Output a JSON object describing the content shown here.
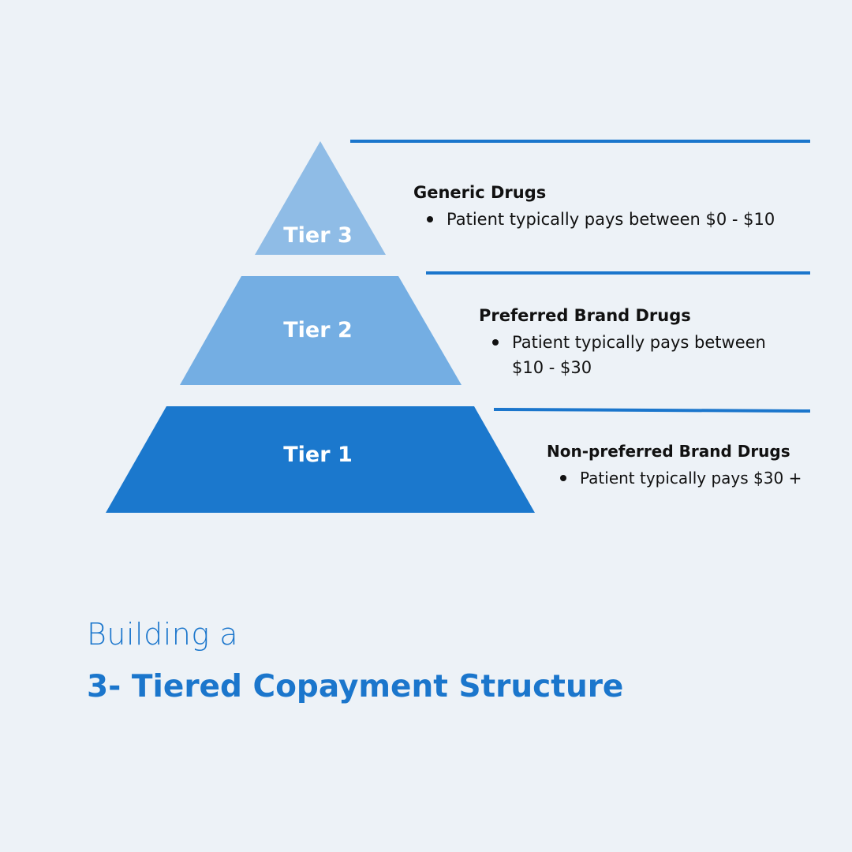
{
  "colors": {
    "background": "#edf2f7",
    "tier3_fill": "#8fbce6",
    "tier2_fill": "#74aee3",
    "tier1_fill": "#1b78cd",
    "divider": "#1b76cc",
    "heading": "#1b76cc",
    "text": "#111111"
  },
  "pyramid": {
    "tier3_label": "Tier 3",
    "tier2_label": "Tier 2",
    "tier1_label": "Tier 1"
  },
  "tiers": {
    "tier3": {
      "title": "Generic Drugs",
      "bullet": "Patient typically pays between $0 - $10"
    },
    "tier2": {
      "title": "Preferred Brand Drugs",
      "bullet": "Patient typically pays between $10 - $30"
    },
    "tier1": {
      "title": "Non-preferred Brand Drugs",
      "bullet": "Patient typically pays $30 +"
    }
  },
  "heading": {
    "line1": "Building a",
    "line2": "3- Tiered Copayment Structure"
  }
}
